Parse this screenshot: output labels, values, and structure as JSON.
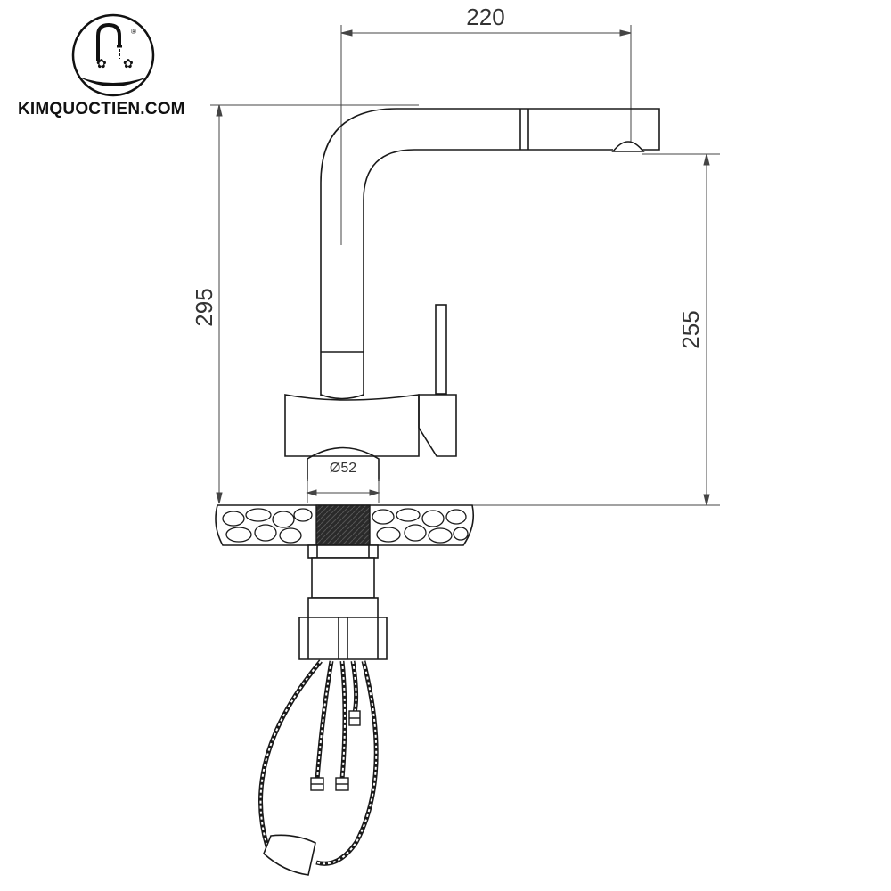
{
  "brand": {
    "name": "KIMQUOCTIEN.COM",
    "logo_icon": "faucet-logo-icon",
    "registered_mark": "®"
  },
  "dimensions": {
    "spout_reach": "220",
    "total_height": "295",
    "outlet_height": "255",
    "hole_diameter": "Ø52"
  },
  "colors": {
    "line": "#1a1a1a",
    "dim_line": "#444444",
    "text": "#333333"
  }
}
